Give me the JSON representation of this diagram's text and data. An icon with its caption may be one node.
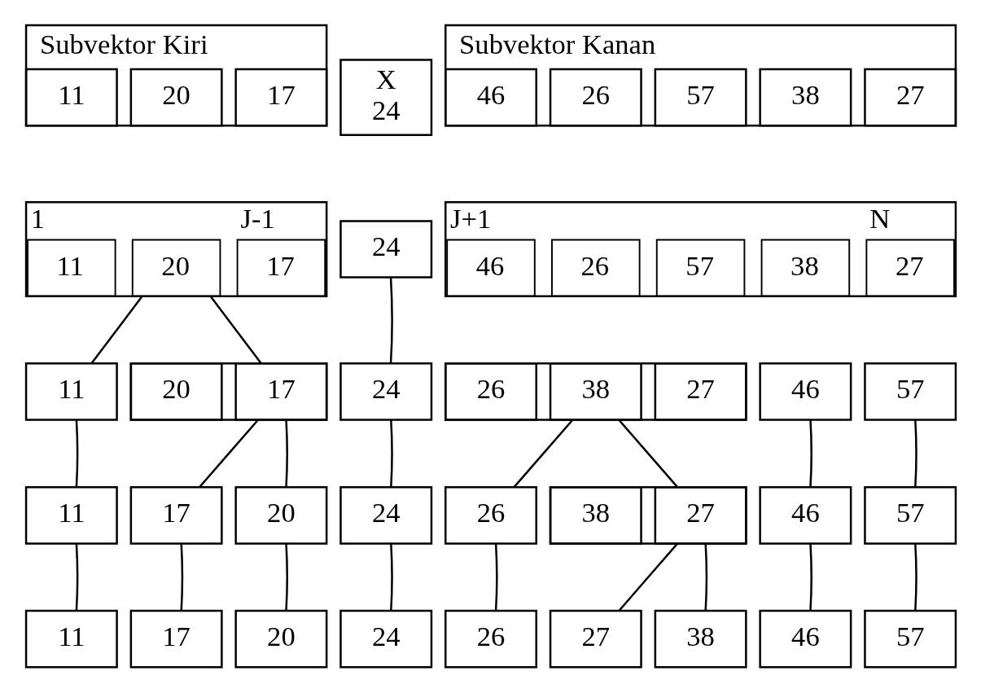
{
  "diagram": {
    "nodes": [
      {
        "text": [
          "Subvektor Kiri"
        ]
      },
      {
        "text": [
          "11"
        ],
        "in": 0
      },
      {
        "text": [
          "20"
        ],
        "in": 0
      },
      {
        "text": [
          "17"
        ],
        "in": 0
      },
      {
        "text": [
          "X",
          "24"
        ]
      },
      {
        "text": [
          "Subvektor Kanan"
        ]
      },
      {
        "text": [
          "46"
        ],
        "in": 5
      },
      {
        "text": [
          "26"
        ],
        "in": 5
      },
      {
        "text": [
          "57"
        ],
        "in": 5
      },
      {
        "text": [
          "38"
        ],
        "in": 5
      },
      {
        "text": [
          "27"
        ],
        "in": 5
      },
      {
        "text": [],
        "shape": "box"
      },
      {
        "text": [
          "11"
        ],
        "in": 11,
        "beside": [
          "1"
        ]
      },
      {
        "text": [
          "20"
        ],
        "in": 11
      },
      {
        "text": [
          "17"
        ],
        "in": 11,
        "beside": [
          "J-1"
        ]
      },
      {
        "text": [
          "24"
        ]
      },
      {
        "text": [],
        "shape": "box"
      },
      {
        "text": [
          "46"
        ],
        "in": 16,
        "beside": [
          "J+1"
        ]
      },
      {
        "text": [
          "26"
        ],
        "in": 16
      },
      {
        "text": [
          "57"
        ],
        "in": 16
      },
      {
        "text": [
          "38"
        ],
        "in": 16
      },
      {
        "text": [
          "27"
        ],
        "in": 16,
        "beside": [
          "N"
        ]
      },
      {
        "text": [
          "11"
        ]
      },
      {
        "text": [],
        "shape": "box"
      },
      {
        "text": [
          "20"
        ],
        "in": 23
      },
      {
        "text": [
          "17"
        ],
        "in": 23
      },
      {
        "text": [
          "24"
        ]
      },
      {
        "text": [],
        "shape": "box"
      },
      {
        "text": [
          "26"
        ],
        "in": 27
      },
      {
        "text": [
          "38"
        ],
        "in": 27
      },
      {
        "text": [
          "27"
        ],
        "in": 27
      },
      {
        "text": [
          "46"
        ]
      },
      {
        "text": [
          "57"
        ]
      },
      {
        "text": [
          "11"
        ]
      },
      {
        "text": [
          "17"
        ]
      },
      {
        "text": [
          "20"
        ]
      },
      {
        "text": [
          "24"
        ]
      },
      {
        "text": [
          "26"
        ]
      },
      {
        "text": [],
        "shape": "box"
      },
      {
        "text": [
          "38"
        ],
        "in": 38
      },
      {
        "text": [
          "27"
        ],
        "in": 38
      },
      {
        "text": [
          "46"
        ]
      },
      {
        "text": [
          "57"
        ]
      },
      {
        "text": [
          "11"
        ]
      },
      {
        "text": [
          "17"
        ]
      },
      {
        "text": [
          "20"
        ]
      },
      {
        "text": [
          "24"
        ]
      },
      {
        "text": [
          "26"
        ]
      },
      {
        "text": [
          "27"
        ]
      },
      {
        "text": [
          "38"
        ]
      },
      {
        "text": [
          "46"
        ]
      },
      {
        "text": [
          "57"
        ]
      }
    ],
    "edges": [
      {
        "from": 11,
        "to": 22,
        "arrow": "none"
      },
      {
        "from": 11,
        "to": 23,
        "arrow": "none"
      },
      {
        "from": 15,
        "to": 26,
        "arrow": "none"
      },
      {
        "from": 22,
        "to": 33,
        "arrow": "none"
      },
      {
        "from": 23,
        "to": 34,
        "arrow": "none"
      },
      {
        "from": 23,
        "to": 35,
        "arrow": "none"
      },
      {
        "from": 26,
        "to": 36,
        "arrow": "none"
      },
      {
        "from": 27,
        "to": 37,
        "arrow": "none"
      },
      {
        "from": 27,
        "to": 38,
        "arrow": "none"
      },
      {
        "from": 31,
        "to": 41,
        "arrow": "none"
      },
      {
        "from": 32,
        "to": 42,
        "arrow": "none"
      },
      {
        "from": 33,
        "to": 43,
        "arrow": "none"
      },
      {
        "from": 34,
        "to": 44,
        "arrow": "none"
      },
      {
        "from": 35,
        "to": 45,
        "arrow": "none"
      },
      {
        "from": 36,
        "to": 46,
        "arrow": "none"
      },
      {
        "from": 37,
        "to": 47,
        "arrow": "none"
      },
      {
        "from": 38,
        "to": 48,
        "arrow": "none"
      },
      {
        "from": 38,
        "to": 49,
        "arrow": "none"
      },
      {
        "from": 41,
        "to": 50,
        "arrow": "none"
      },
      {
        "from": 42,
        "to": 51,
        "arrow": "none"
      }
    ]
  }
}
